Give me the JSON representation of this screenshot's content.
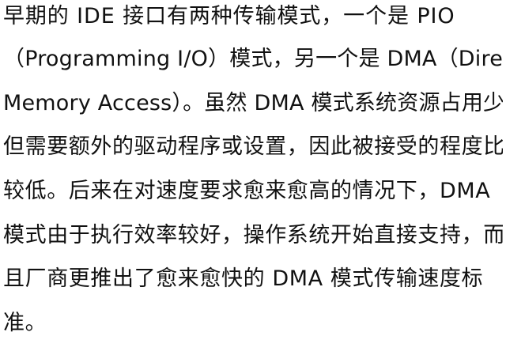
{
  "paragraph": {
    "lines": [
      "早期的 IDE 接口有两种传输模式，一个是 PIO",
      "（Programming I/O）模式，另一个是 DMA（Direct",
      "Memory Access）。虽然 DMA 模式系统资源占用少，",
      "但需要额外的驱动程序或设置，因此被接受的程度比",
      "较低。后来在对速度要求愈来愈高的情况下，DMA",
      "模式由于执行效率较好，操作系统开始直接支持，而",
      "且厂商更推出了愈来愈快的 DMA 模式传输速度标",
      "准。"
    ]
  }
}
